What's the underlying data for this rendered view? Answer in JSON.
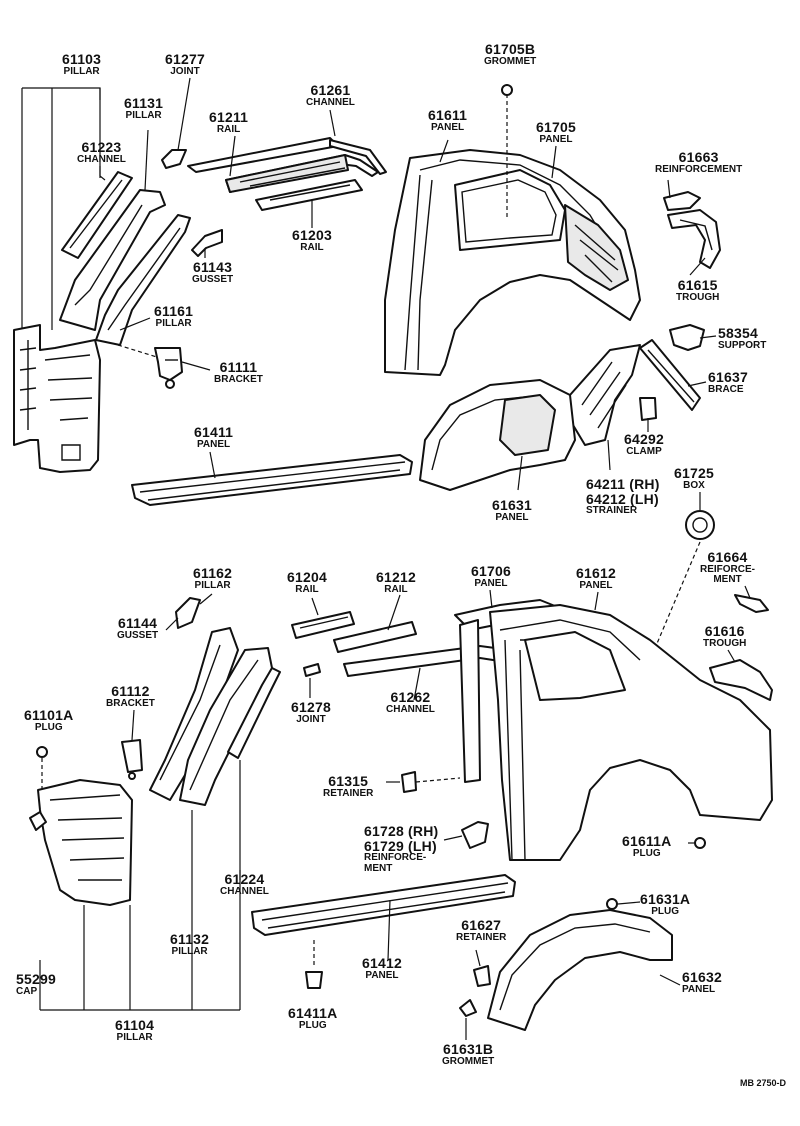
{
  "parts": [
    {
      "id": "p61103",
      "num": "61103",
      "name": "PILLAR"
    },
    {
      "id": "p61277",
      "num": "61277",
      "name": "JOINT"
    },
    {
      "id": "p61131",
      "num": "61131",
      "name": "PILLAR"
    },
    {
      "id": "p61223",
      "num": "61223",
      "name": "CHANNEL"
    },
    {
      "id": "p61211",
      "num": "61211",
      "name": "RAIL"
    },
    {
      "id": "p61261",
      "num": "61261",
      "name": "CHANNEL"
    },
    {
      "id": "p61203",
      "num": "61203",
      "name": "RAIL"
    },
    {
      "id": "p61143",
      "num": "61143",
      "name": "GUSSET"
    },
    {
      "id": "p61161",
      "num": "61161",
      "name": "PILLAR"
    },
    {
      "id": "p61111",
      "num": "61111",
      "name": "BRACKET"
    },
    {
      "id": "p61411",
      "num": "61411",
      "name": "PANEL"
    },
    {
      "id": "p61705B",
      "num": "61705B",
      "name": "GROMMET"
    },
    {
      "id": "p61611",
      "num": "61611",
      "name": "PANEL"
    },
    {
      "id": "p61705",
      "num": "61705",
      "name": "PANEL"
    },
    {
      "id": "p61663",
      "num": "61663",
      "name": "REINFORCEMENT"
    },
    {
      "id": "p61615",
      "num": "61615",
      "name": "TROUGH"
    },
    {
      "id": "p58354",
      "num": "58354",
      "name": "SUPPORT"
    },
    {
      "id": "p61637",
      "num": "61637",
      "name": "BRACE"
    },
    {
      "id": "p64292",
      "num": "64292",
      "name": "CLAMP"
    },
    {
      "id": "p61631",
      "num": "61631",
      "name": "PANEL"
    },
    {
      "id": "p64211",
      "num": "64211 (RH)",
      "num2": "64212 (LH)",
      "name": "STRAINER"
    },
    {
      "id": "p61725",
      "num": "61725",
      "name": "BOX"
    },
    {
      "id": "p61664",
      "num": "61664",
      "name": "REIFORCE-",
      "name2": "MENT"
    },
    {
      "id": "p61162",
      "num": "61162",
      "name": "PILLAR"
    },
    {
      "id": "p61204",
      "num": "61204",
      "name": "RAIL"
    },
    {
      "id": "p61212",
      "num": "61212",
      "name": "RAIL"
    },
    {
      "id": "p61706",
      "num": "61706",
      "name": "PANEL"
    },
    {
      "id": "p61612",
      "num": "61612",
      "name": "PANEL"
    },
    {
      "id": "p61144",
      "num": "61144",
      "name": "GUSSET"
    },
    {
      "id": "p61616",
      "num": "61616",
      "name": "TROUGH"
    },
    {
      "id": "p61112",
      "num": "61112",
      "name": "BRACKET"
    },
    {
      "id": "p61278",
      "num": "61278",
      "name": "JOINT"
    },
    {
      "id": "p61262",
      "num": "61262",
      "name": "CHANNEL"
    },
    {
      "id": "p61101A",
      "num": "61101A",
      "name": "PLUG"
    },
    {
      "id": "p61315",
      "num": "61315",
      "name": "RETAINER"
    },
    {
      "id": "p61728",
      "num": "61728 (RH)",
      "num2": "61729 (LH)",
      "name": "REINFORCE-",
      "name2": "MENT"
    },
    {
      "id": "p61611A",
      "num": "61611A",
      "name": "PLUG"
    },
    {
      "id": "p61224",
      "num": "61224",
      "name": "CHANNEL"
    },
    {
      "id": "p61631A",
      "num": "61631A",
      "name": "PLUG"
    },
    {
      "id": "p61627",
      "num": "61627",
      "name": "RETAINER"
    },
    {
      "id": "p61132",
      "num": "61132",
      "name": "PILLAR"
    },
    {
      "id": "p61412",
      "num": "61412",
      "name": "PANEL"
    },
    {
      "id": "p61632",
      "num": "61632",
      "name": "PANEL"
    },
    {
      "id": "p55299",
      "num": "55299",
      "name": "CAP"
    },
    {
      "id": "p61411A",
      "num": "61411A",
      "name": "PLUG"
    },
    {
      "id": "p61104",
      "num": "61104",
      "name": "PILLAR"
    },
    {
      "id": "p61631B",
      "num": "61631B",
      "name": "GROMMET"
    }
  ],
  "drawing_code": "MB 2750-D"
}
